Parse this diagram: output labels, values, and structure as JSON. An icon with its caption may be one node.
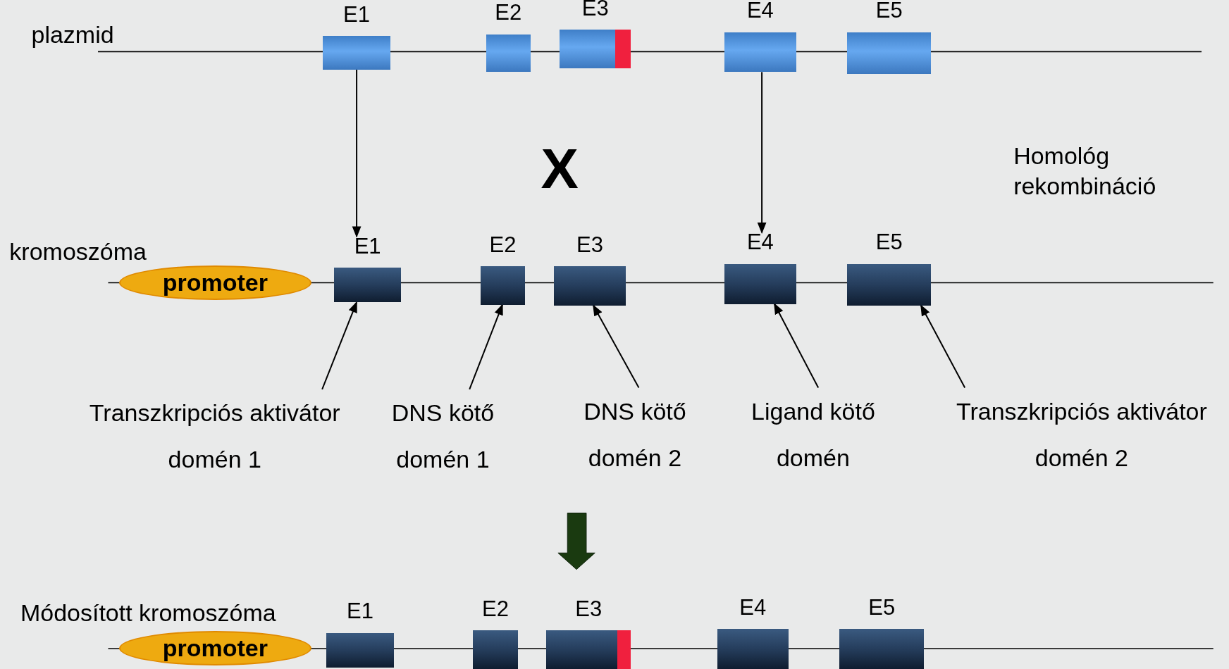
{
  "diagram": {
    "nodes": [
      {
        "text": [
          "E1"
        ]
      },
      {
        "text": [
          "E2"
        ]
      },
      {
        "text": [
          "E3"
        ]
      },
      {
        "text": [
          "E4"
        ]
      },
      {
        "text": [
          "E5"
        ]
      },
      {
        "text": [
          "promoter"
        ]
      },
      {
        "text": [
          "E1"
        ]
      },
      {
        "text": [
          "E2"
        ]
      },
      {
        "text": [
          "E3"
        ]
      },
      {
        "text": [
          "E4"
        ]
      },
      {
        "text": [
          "E5"
        ]
      },
      {
        "text": [
          "Transzkripciós aktivátor domén 1"
        ]
      },
      {
        "text": [
          "DNS kötő domén 1"
        ]
      },
      {
        "text": [
          "DNS kötő domén 2"
        ]
      },
      {
        "text": [
          "Ligand kötő domén"
        ]
      },
      {
        "text": [
          "Transzkripciós aktivátor domén 2"
        ]
      },
      {
        "text": [
          "promoter"
        ]
      },
      {
        "text": [
          "E1"
        ]
      },
      {
        "text": [
          "E2"
        ]
      },
      {
        "text": [
          "E3"
        ]
      },
      {
        "text": [
          "E4"
        ]
      },
      {
        "text": [
          "E5"
        ]
      }
    ],
    "edges": [
      {
        "from": 0,
        "to": 6,
        "arrow": "to"
      },
      {
        "from": 3,
        "to": 9,
        "arrow": "to"
      },
      {
        "from": 11,
        "to": 6,
        "arrow": "to"
      },
      {
        "from": 12,
        "to": 7,
        "arrow": "to"
      },
      {
        "from": 13,
        "to": 8,
        "arrow": "to"
      },
      {
        "from": 14,
        "to": 9,
        "arrow": "to"
      },
      {
        "from": 15,
        "to": 10,
        "arrow": "to"
      }
    ],
    "labels": [
      "plazmid",
      "X",
      "Homológ rekombináció",
      "kromoszóma",
      "Módosított kromoszóma"
    ]
  }
}
